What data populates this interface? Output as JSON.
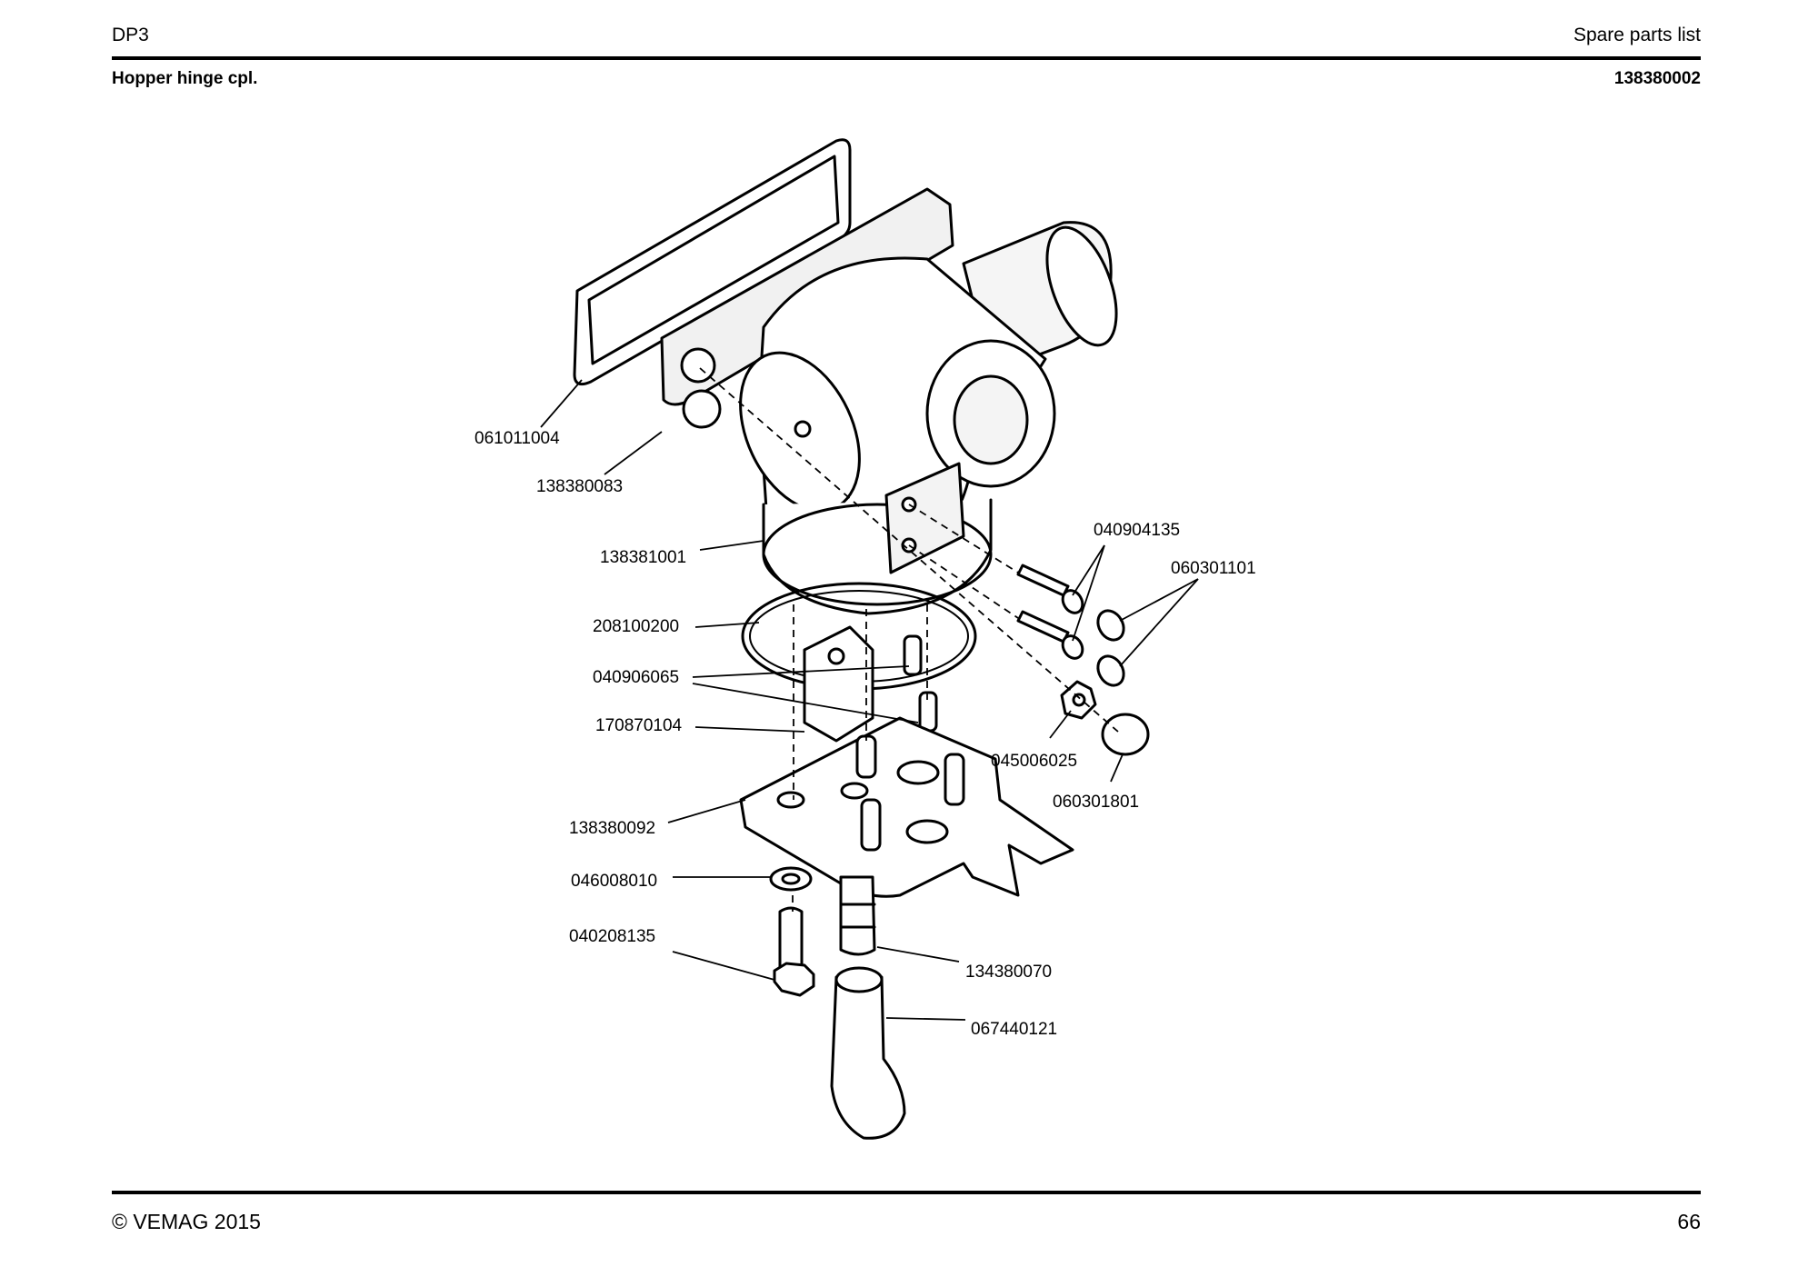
{
  "header": {
    "model": "DP3",
    "doc_type": "Spare parts list",
    "assembly_name": "Hopper hinge cpl.",
    "assembly_number": "138380002"
  },
  "footer": {
    "copyright": "© VEMAG 2015",
    "page_number": "66"
  },
  "parts": [
    {
      "id": "p1",
      "number": "061011004"
    },
    {
      "id": "p2",
      "number": "138380083"
    },
    {
      "id": "p3",
      "number": "138381001"
    },
    {
      "id": "p4",
      "number": "208100200"
    },
    {
      "id": "p5",
      "number": "040906065"
    },
    {
      "id": "p6",
      "number": "170870104"
    },
    {
      "id": "p7",
      "number": "138380092"
    },
    {
      "id": "p8",
      "number": "046008010"
    },
    {
      "id": "p9",
      "number": "040208135"
    },
    {
      "id": "p10",
      "number": "040904135"
    },
    {
      "id": "p11",
      "number": "060301101"
    },
    {
      "id": "p12",
      "number": "045006025"
    },
    {
      "id": "p13",
      "number": "060301801"
    },
    {
      "id": "p14",
      "number": "134380070"
    },
    {
      "id": "p15",
      "number": "067440121"
    }
  ]
}
